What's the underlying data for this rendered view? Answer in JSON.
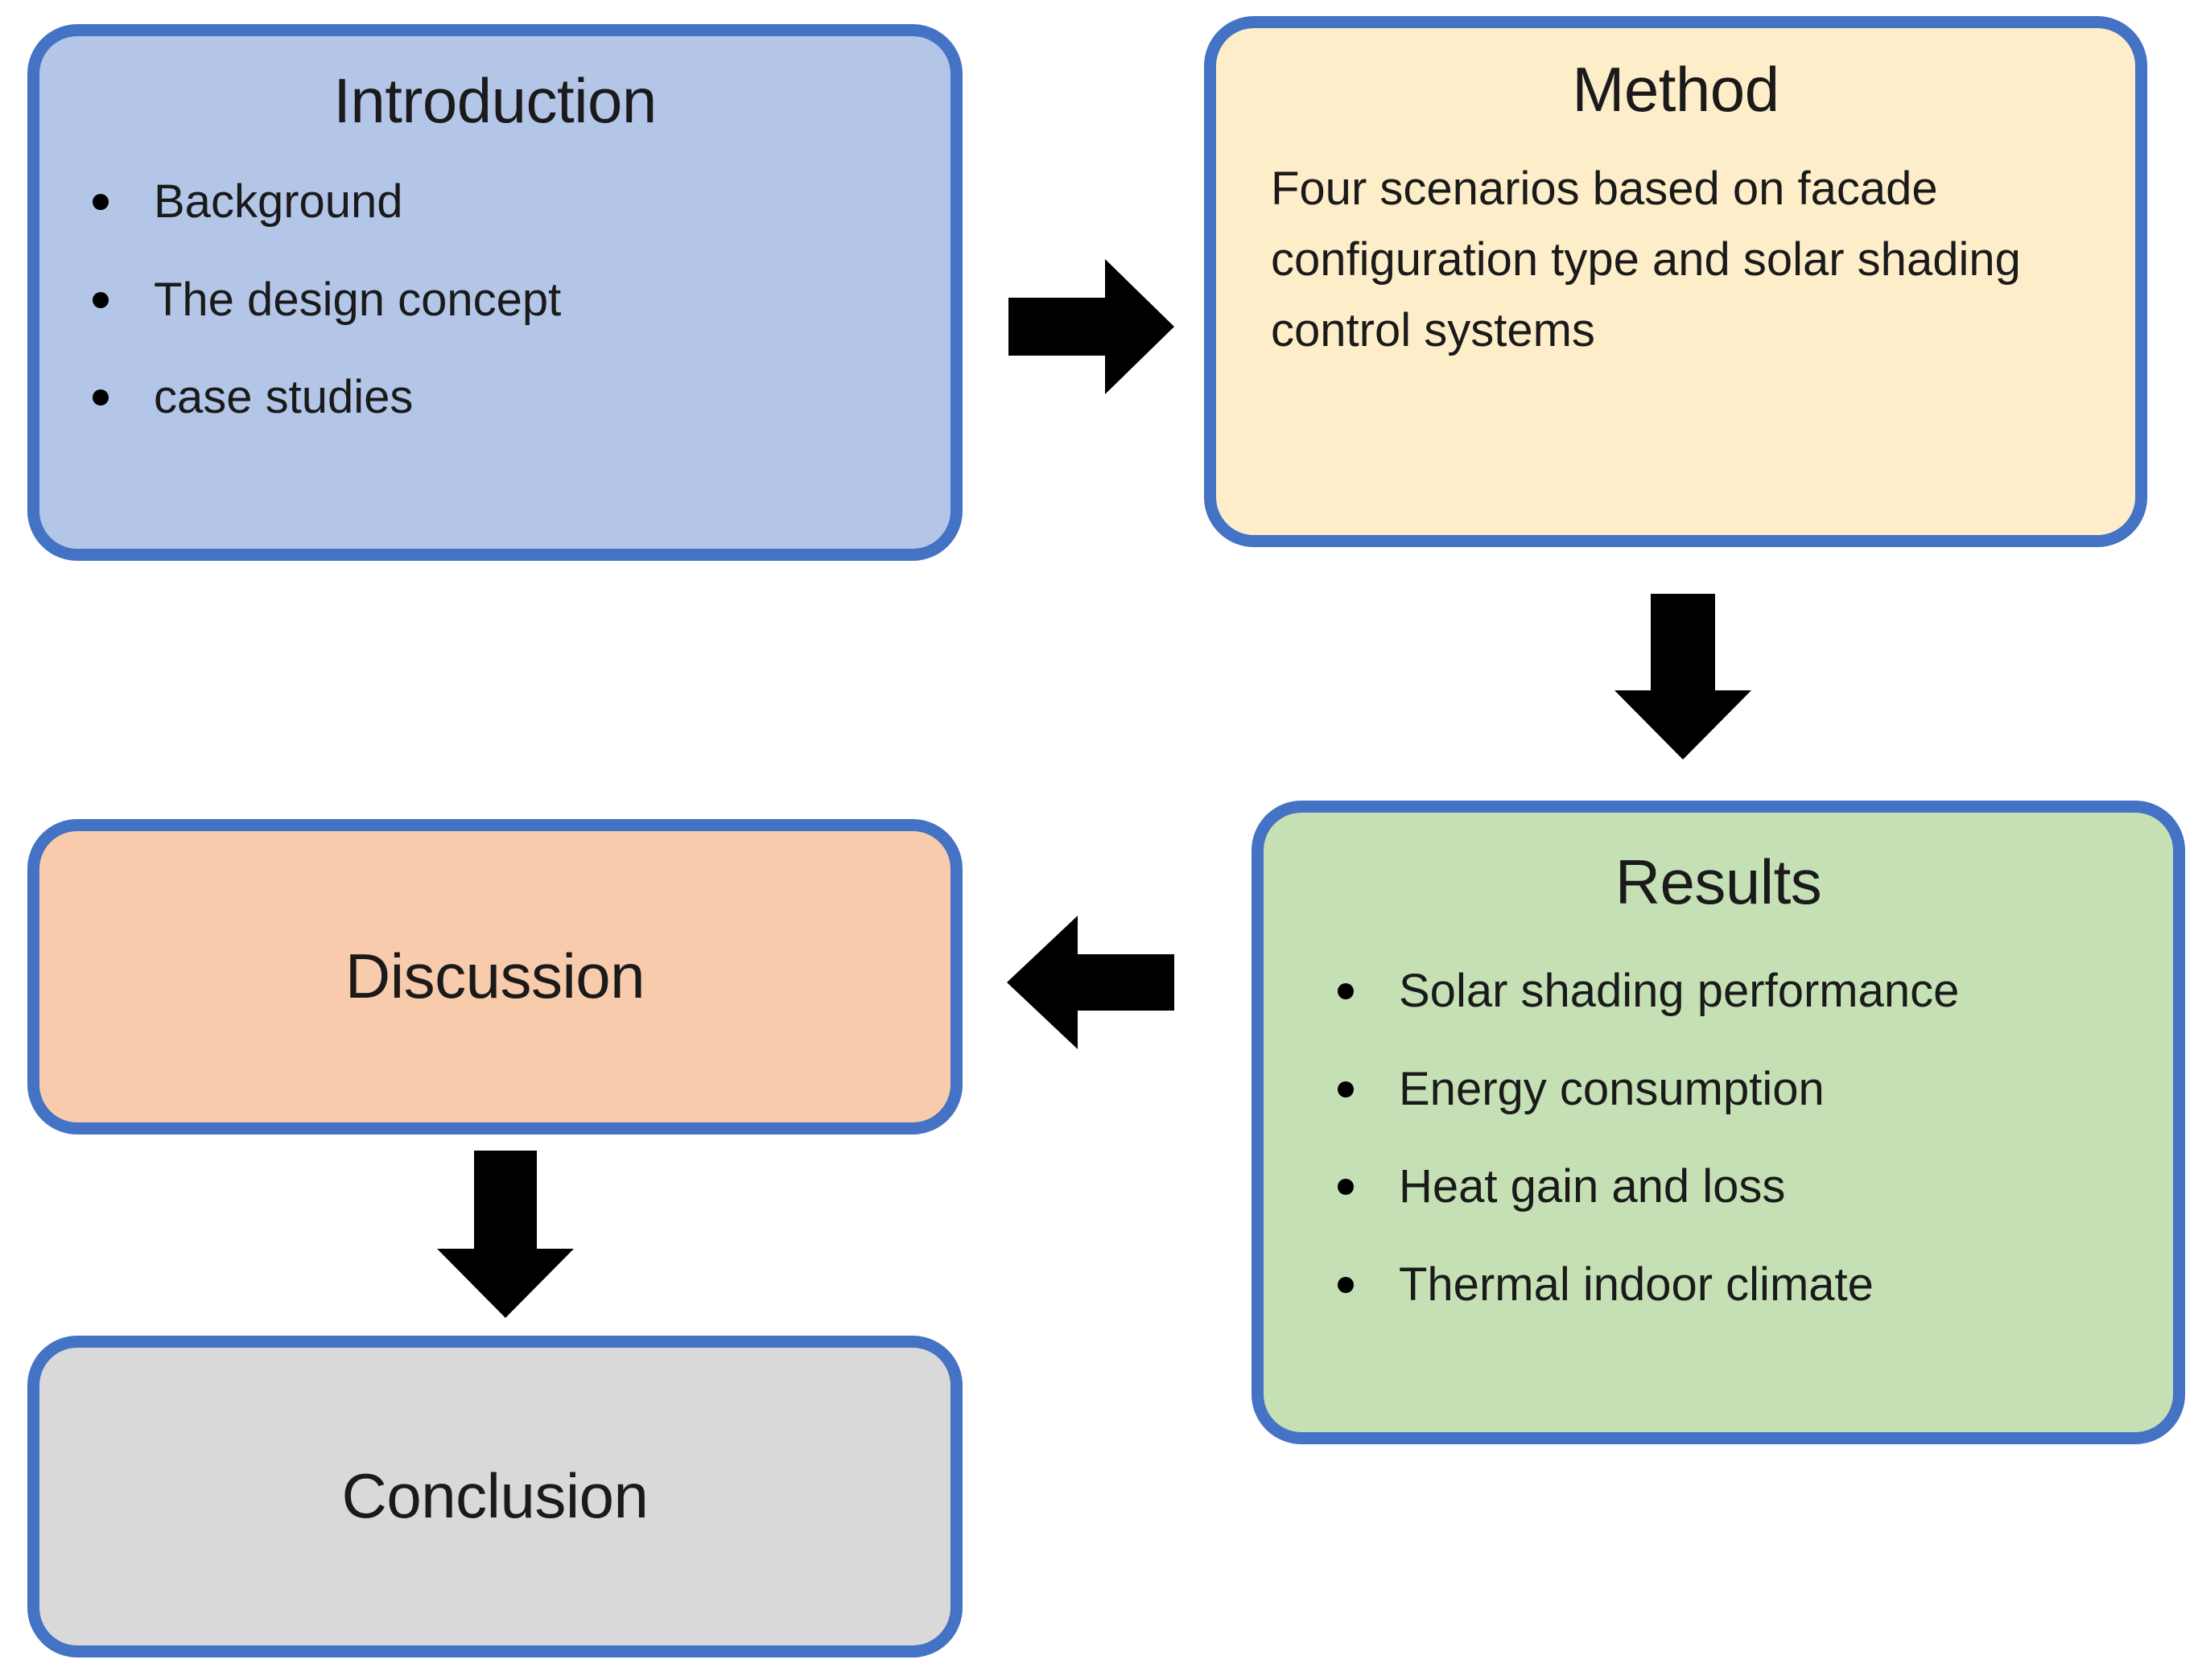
{
  "diagram": {
    "type": "flowchart",
    "background_color": "#ffffff",
    "border_color": "#4472c4",
    "nodes": [
      {
        "id": "introduction",
        "title": "Introduction",
        "fill_color": "#b3c6e7",
        "items": [
          "Background",
          "The design concept",
          "case studies"
        ]
      },
      {
        "id": "method",
        "title": "Method",
        "fill_color": "#fdeec9",
        "paragraph": "Four scenarios based on facade configuration type and solar shading control systems"
      },
      {
        "id": "results",
        "title": "Results",
        "fill_color": "#c5e0b4",
        "items": [
          "Solar shading performance",
          "Energy consumption",
          "Heat gain and loss",
          "Thermal indoor climate"
        ]
      },
      {
        "id": "discussion",
        "title": "Discussion",
        "fill_color": "#f8cbad"
      },
      {
        "id": "conclusion",
        "title": "Conclusion",
        "fill_color": "#d9d9d9"
      }
    ],
    "arrows": [
      {
        "id": "intro-to-method",
        "from": "introduction",
        "to": "method",
        "direction": "right",
        "color": "#000000"
      },
      {
        "id": "method-to-results",
        "from": "method",
        "to": "results",
        "direction": "down",
        "color": "#000000"
      },
      {
        "id": "results-to-discussion",
        "from": "results",
        "to": "discussion",
        "direction": "left",
        "color": "#000000"
      },
      {
        "id": "discussion-to-conclusion",
        "from": "discussion",
        "to": "conclusion",
        "direction": "down",
        "color": "#000000"
      }
    ]
  }
}
